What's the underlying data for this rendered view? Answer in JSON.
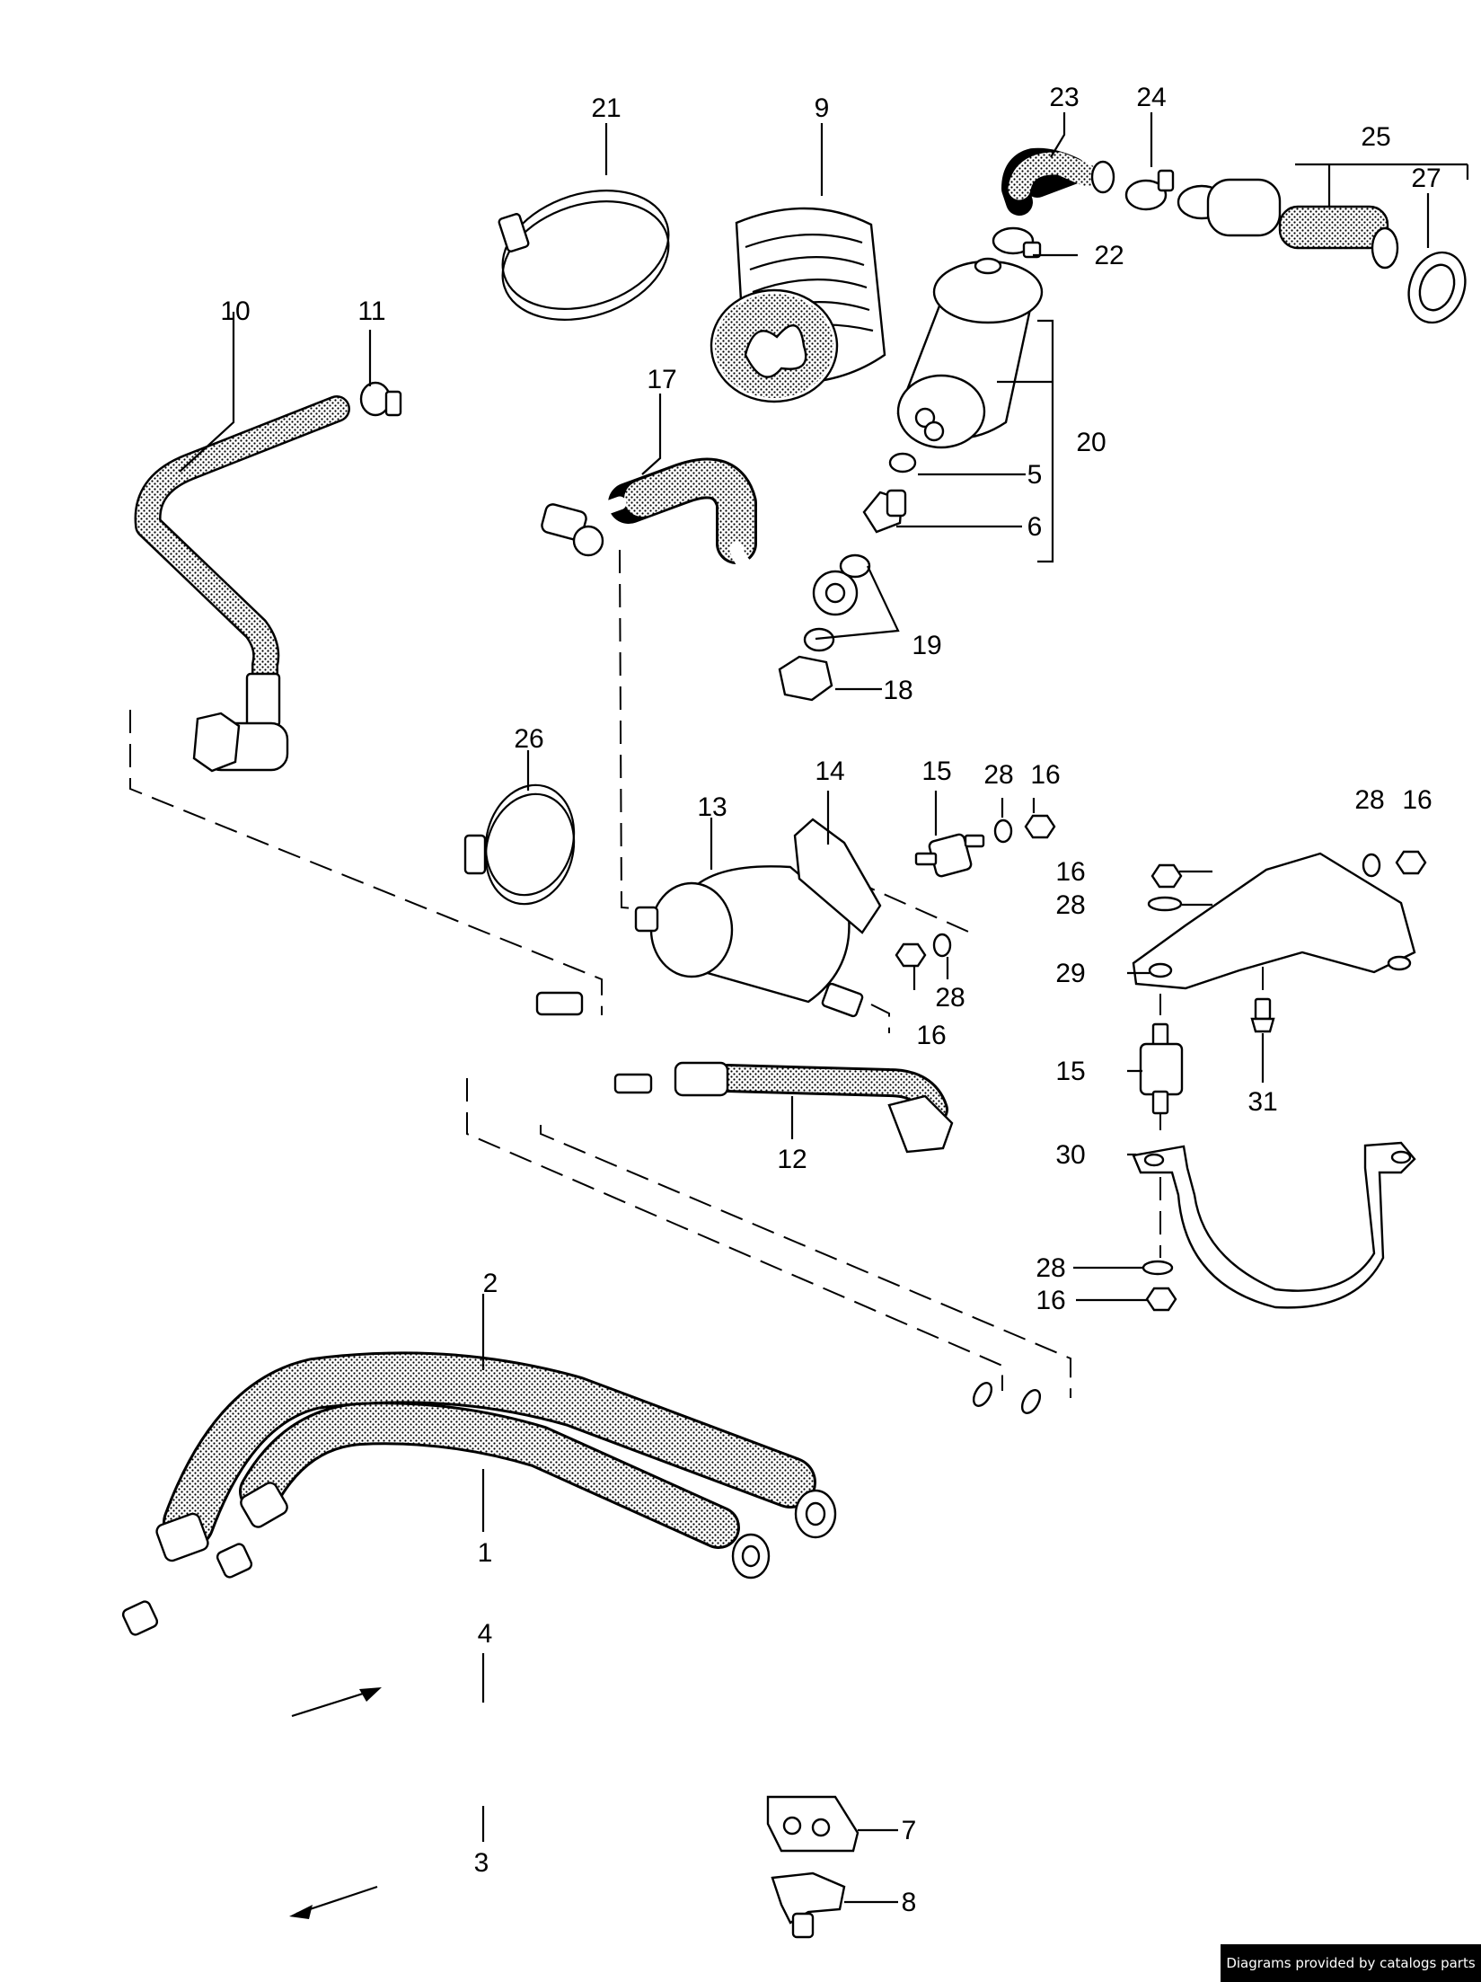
{
  "credit": "Diagrams provided by catalogs parts",
  "callouts": {
    "c1": "1",
    "c2": "2",
    "c3": "3",
    "c4": "4",
    "c5": "5",
    "c6": "6",
    "c7": "7",
    "c8": "8",
    "c9": "9",
    "c10": "10",
    "c11": "11",
    "c12": "12",
    "c13": "13",
    "c14": "14",
    "c15a": "15",
    "c15b": "15",
    "c16a": "16",
    "c16b": "16",
    "c16c": "16",
    "c16d": "16",
    "c16e": "16",
    "c17": "17",
    "c18": "18",
    "c19": "19",
    "c20": "20",
    "c21": "21",
    "c22": "22",
    "c23": "23",
    "c24": "24",
    "c25": "25",
    "c26": "26",
    "c27": "27",
    "c28a": "28",
    "c28b": "28",
    "c28c": "28",
    "c28d": "28",
    "c28e": "28",
    "c29": "29",
    "c30": "30",
    "c31": "31"
  },
  "colors": {
    "ink": "#000000",
    "paper": "#ffffff",
    "hose_fill": "#b8b8b8"
  }
}
